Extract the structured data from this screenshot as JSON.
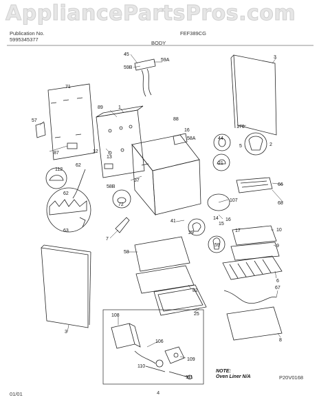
{
  "watermark": "AppliancePartsPros.com",
  "header": {
    "publication_label": "Publication No.",
    "publication_number": "5995345377",
    "model": "FEF389CG",
    "section_title": "BODY"
  },
  "footer": {
    "date": "01/01",
    "page": "4",
    "diagram_code": "P20V0168"
  },
  "note": {
    "label": "NOTE:",
    "text": "Oven Liner N/A"
  },
  "part_callouts": {
    "p45": "45",
    "p59a": "59A",
    "p59b": "59B",
    "p3_top": "3",
    "p71": "71",
    "p89": "89",
    "p1": "1",
    "p88": "88",
    "p16": "16",
    "p58a": "58A",
    "p170": "170",
    "p2": "2",
    "p57": "57",
    "p87": "87",
    "p12": "12",
    "p13": "13",
    "p44": "44",
    "p5": "5",
    "p21": "21",
    "p112": "112",
    "p62a": "62",
    "p58b": "58B",
    "p37": "37",
    "p66": "66",
    "p62b": "62",
    "p72": "72",
    "p107": "107",
    "p68": "68",
    "p63": "63",
    "p14": "14",
    "p41": "41",
    "p15": "15",
    "p16b": "16",
    "p10": "10",
    "p7": "7",
    "p29": "29",
    "p17": "17",
    "p58": "58",
    "p59": "59",
    "p9": "9",
    "p82": "82",
    "p6": "6",
    "p3_bottom": "3",
    "p25": "25",
    "p67": "67",
    "p108": "108",
    "p106": "106",
    "p8": "8",
    "p109": "109",
    "p110": "110",
    "p111": "111"
  }
}
